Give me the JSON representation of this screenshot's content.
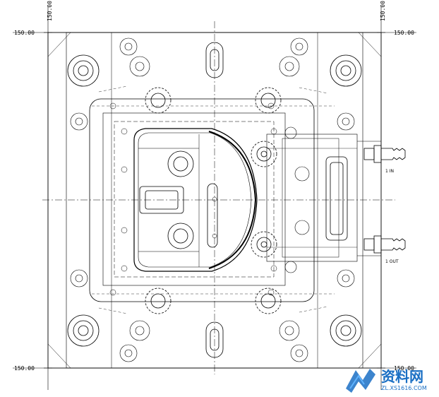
{
  "drawing": {
    "dimensions": {
      "top_left": "150.00",
      "top_right": "150.00",
      "left_top": "150.00",
      "right_top": "150.00",
      "bottom_left": "150.00",
      "bottom_right": "150.00"
    },
    "ports": {
      "inlet": "1 IN",
      "outlet": "1 OUT"
    }
  },
  "watermark": {
    "text": "资料网",
    "url": "ZL.XS1616.COM",
    "primary_color": "#1a6fc4"
  }
}
